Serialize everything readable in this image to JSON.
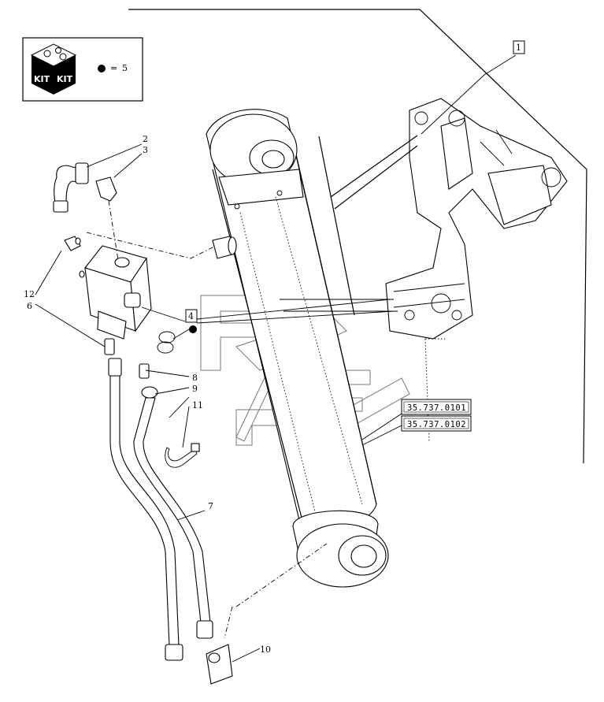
{
  "kit": {
    "badge_left": "KIT",
    "badge_right": "KIT",
    "equals": "=",
    "quantity": "5"
  },
  "callouts": {
    "c1": "1",
    "c2": "2",
    "c3": "3",
    "c4": "4",
    "c6": "6",
    "c7": "7",
    "c8": "8",
    "c9": "9",
    "c10": "10",
    "c11": "11",
    "c12": "12"
  },
  "references": [
    "35.737.0101",
    "35.737.0102"
  ]
}
